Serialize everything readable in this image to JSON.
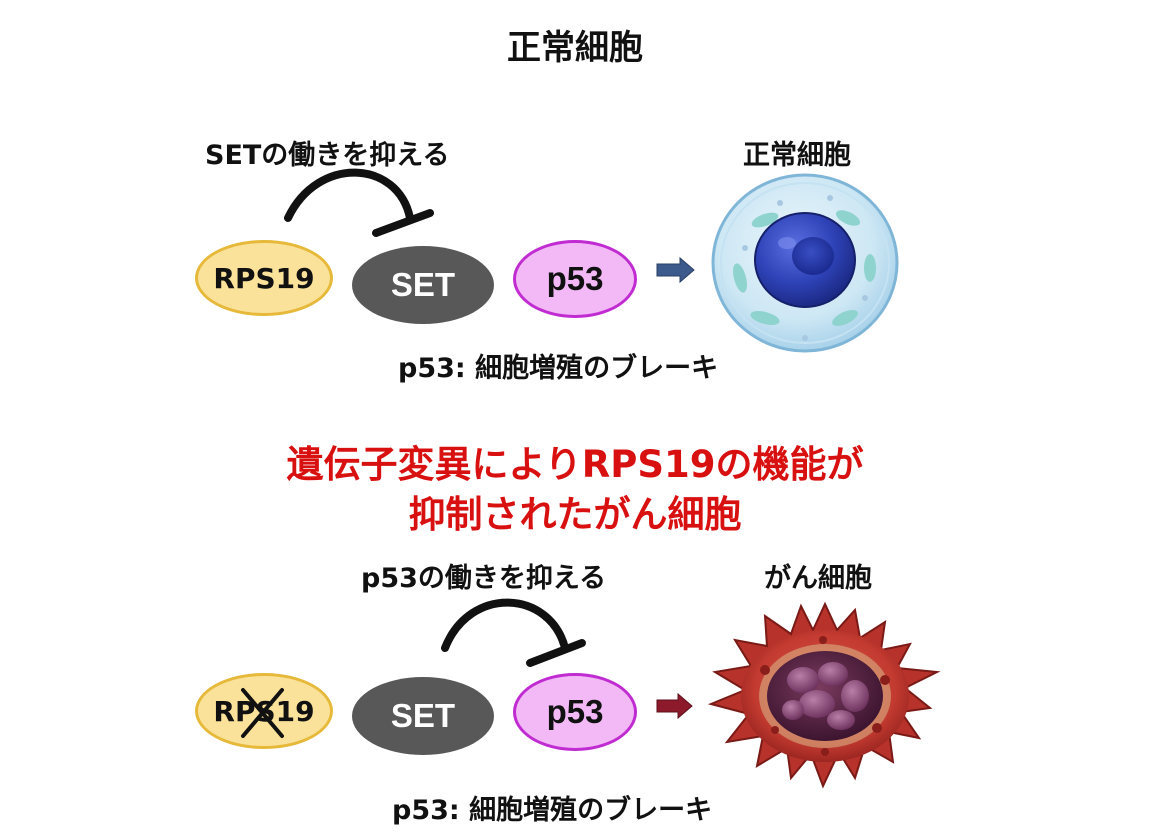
{
  "title": "正常細胞",
  "normal": {
    "inhibit_label": "SETの働きを抑える",
    "cell_label": "正常細胞",
    "rps19": "RPS19",
    "set": "SET",
    "p53": "p53",
    "caption": "p53: 細胞増殖のブレーキ"
  },
  "headline": {
    "line1": "遺伝子変異によりRPS19の機能が",
    "line2": "抑制されたがん細胞"
  },
  "cancer": {
    "inhibit_label": "p53の働きを抑える",
    "cell_label": "がん細胞",
    "rps19": "RPS19",
    "set": "SET",
    "p53": "p53",
    "caption": "p53: 細胞増殖のブレーキ"
  },
  "colors": {
    "headline": "#d81010",
    "rps19_fill": "#fbe29a",
    "set_fill": "#585858",
    "p53_fill": "#f3b9f6",
    "arrow_normal": "#3d5a8c",
    "arrow_cancer": "#8c1a2a"
  }
}
